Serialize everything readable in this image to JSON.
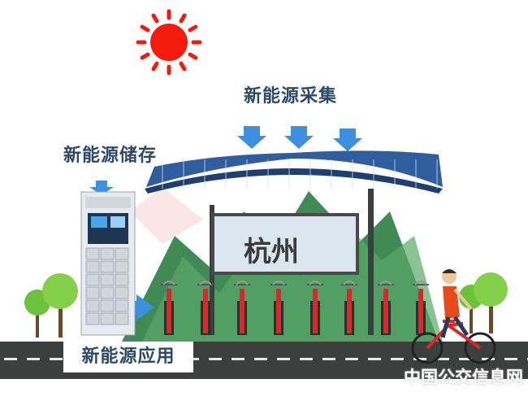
{
  "labels": {
    "collect": "新能源采集",
    "store": "新能源储存",
    "use": "新能源应用"
  },
  "billboard": {
    "city": "杭州"
  },
  "watermark": "中国公交信息网",
  "colors": {
    "sun": "#f21b0c",
    "arrow": "#3d8fe0",
    "road": "#3b3f3e",
    "mountain": "#3f8a55",
    "tree": "#6dc23c",
    "panel": "#2f5d9e",
    "label": "#2c4a66"
  }
}
